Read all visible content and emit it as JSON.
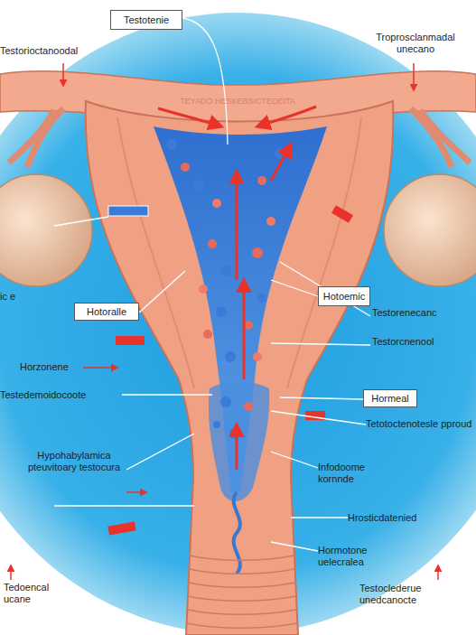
{
  "diagram": {
    "nodes": [
      {
        "text": [
          "Testotenie"
        ]
      },
      {
        "text": [
          "Hotoemic"
        ]
      },
      {
        "text": [
          "Hotoralle"
        ]
      },
      {
        "text": [
          "Hormeal"
        ]
      }
    ],
    "labels": [
      "Testorioctanoodal",
      "Troprosclanmadal unecano",
      "TEYADO HESKEBSICTEDEITA",
      "ic e",
      "Testorenecanc",
      "Testorcnenool",
      "Horzonene",
      "Testedemoidocoote",
      "Tetotoctenotesle pproud",
      "Hypohabylamica pteuvitoary testocura",
      "Infodoome kornnde",
      "Hrosticdatenied",
      "Hormotone uelecralea",
      "Tedoencal ucane",
      "Testoclederue unedcanocte"
    ]
  }
}
